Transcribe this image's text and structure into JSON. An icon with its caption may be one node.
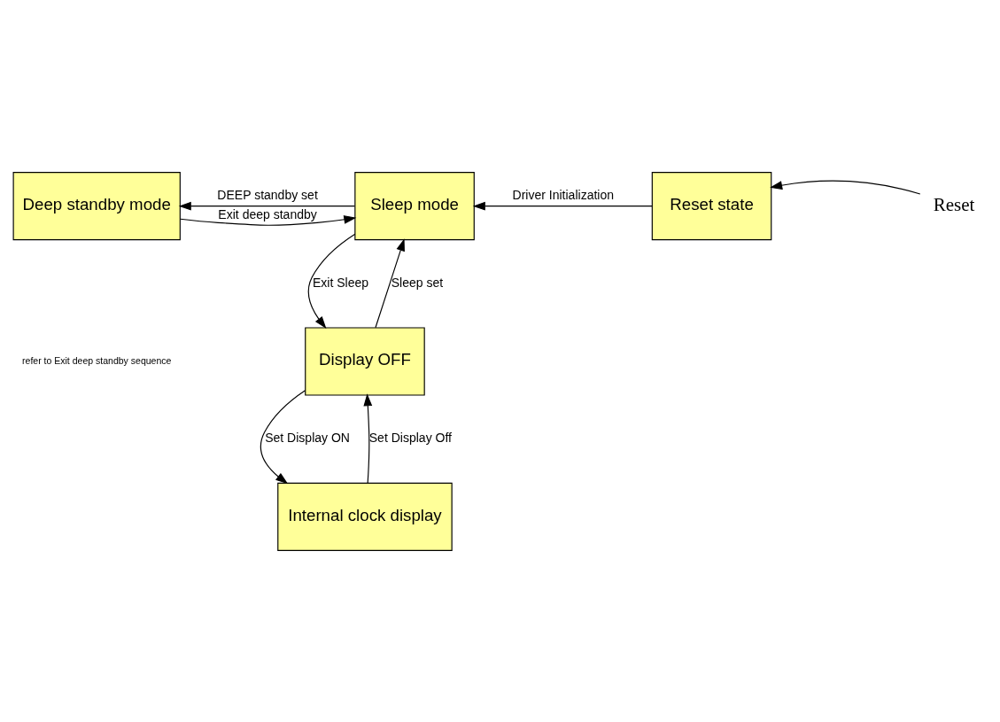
{
  "diagram": {
    "nodes": [
      {
        "text": [
          "Deep standby mode"
        ]
      },
      {
        "text": [
          "Sleep mode"
        ]
      },
      {
        "text": [
          "Reset state"
        ]
      },
      {
        "text": [
          "Display OFF"
        ]
      },
      {
        "text": [
          "Internal clock display"
        ]
      },
      {
        "text": [
          "Reset"
        ]
      }
    ],
    "edges": [
      {
        "from": 1,
        "to": 0,
        "arrow": "to",
        "label": "DEEP standby set"
      },
      {
        "from": 0,
        "to": 1,
        "arrow": "to",
        "label": "Exit deep standby"
      },
      {
        "from": 2,
        "to": 1,
        "arrow": "to",
        "label": "Driver Initialization"
      },
      {
        "from": 5,
        "to": 2,
        "arrow": "to"
      },
      {
        "from": 3,
        "to": 1,
        "arrow": "to",
        "label": "Sleep set"
      },
      {
        "from": 1,
        "to": 3,
        "arrow": "to",
        "label": "Exit Sleep"
      },
      {
        "from": 4,
        "to": 3,
        "arrow": "to",
        "label": "Set Display Off"
      },
      {
        "from": 3,
        "to": 4,
        "arrow": "to",
        "label": "Set Display ON"
      }
    ],
    "labels": [
      "refer to Exit deep standby sequence"
    ]
  }
}
